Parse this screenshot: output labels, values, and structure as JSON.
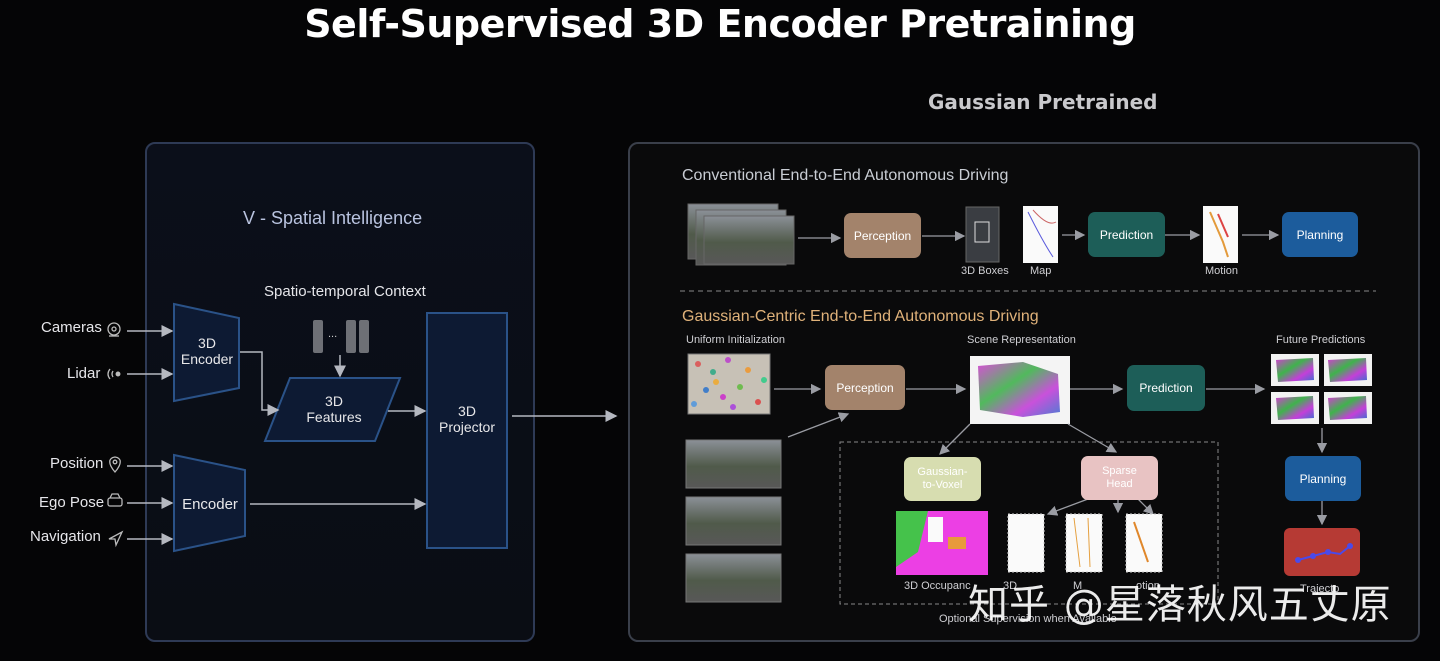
{
  "title": "Self-Supervised 3D Encoder Pretraining",
  "right_heading": "Gaussian Pretrained",
  "left_panel": {
    "title": "V - Spatial Intelligence",
    "context_label": "Spatio-temporal Context",
    "context_dots": "...",
    "inputs": [
      "Cameras",
      "Lidar",
      "Position",
      "Ego Pose",
      "Navigation"
    ],
    "encoder_3d": "3D\nEncoder",
    "features_3d": "3D\nFeatures",
    "projector_3d": "3D\nProjector",
    "encoder": "Encoder"
  },
  "right_panel": {
    "conventional": {
      "title": "Conventional End-to-End Autonomous Driving",
      "perception": "Perception",
      "prediction": "Prediction",
      "planning": "Planning",
      "boxes_label": "3D Boxes",
      "map_label": "Map",
      "motion_label": "Motion"
    },
    "gaussian": {
      "title": "Gaussian-Centric End-to-End Autonomous Driving",
      "uniform_init": "Uniform Initialization",
      "scene_repr": "Scene Representation",
      "future_pred": "Future Predictions",
      "perception": "Perception",
      "prediction": "Prediction",
      "planning": "Planning",
      "g2v": "Gaussian-\nto-Voxel",
      "sparse_head": "Sparse\nHead",
      "occupancy_label": "3D Occupanc",
      "boxes_label": "3D",
      "map_label": "M",
      "motion_label": "otion",
      "trajectory_label": "Trajecto",
      "optional_sup": "Optional Supervision when Available"
    }
  },
  "watermark": "知乎 @星落秋风五丈原",
  "colors": {
    "perception": "#a3836b",
    "prediction": "#1d5e58",
    "planning": "#1c5c9c",
    "g2v": "#d7ddb0",
    "sparse": "#e8c3c3",
    "trajectory": "#b63a34"
  }
}
